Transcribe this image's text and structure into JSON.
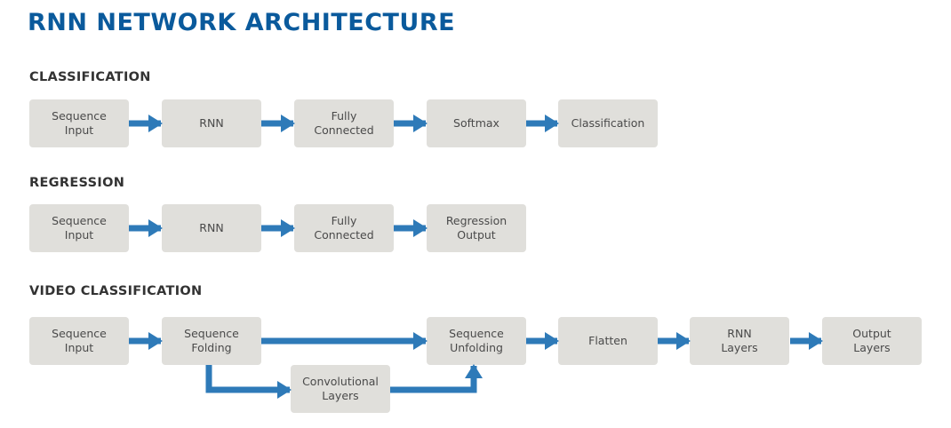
{
  "title": "RNN NETWORK ARCHITECTURE",
  "colors": {
    "title": "#0a5a9c",
    "arrow": "#2e7ab8",
    "box": "#e0dfdb"
  },
  "classification": {
    "heading": "CLASSIFICATION",
    "nodes": [
      "Sequence\nInput",
      "RNN",
      "Fully\nConnected",
      "Softmax",
      "Classification"
    ]
  },
  "regression": {
    "heading": "REGRESSION",
    "nodes": [
      "Sequence\nInput",
      "RNN",
      "Fully\nConnected",
      "Regression\nOutput"
    ]
  },
  "video": {
    "heading": "VIDEO CLASSIFICATION",
    "nodes": [
      "Sequence\nInput",
      "Sequence\nFolding",
      "Convolutional\nLayers",
      "Sequence\nUnfolding",
      "Flatten",
      "RNN\nLayers",
      "Output\nLayers"
    ]
  }
}
